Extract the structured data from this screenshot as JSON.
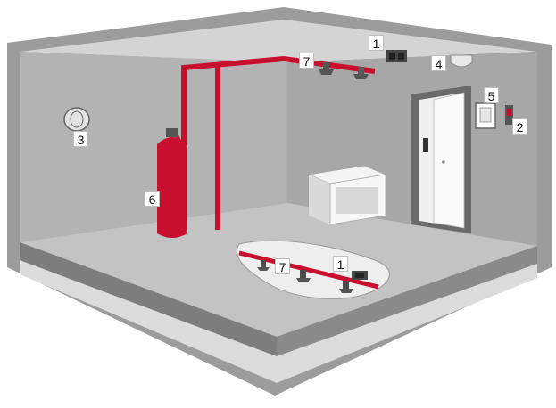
{
  "callouts": {
    "ceiling_nozzle_detector": "1",
    "ceiling_pipe": "7",
    "ceiling_sensor": "4",
    "wall_panel": "5",
    "wall_button": "2",
    "wall_alarm": "3",
    "cylinder": "6",
    "floor_pipe": "7",
    "floor_nozzle_detector": "1"
  },
  "colors": {
    "pipe_red": "#c8102e",
    "room_gray": "#b1b1b1",
    "outline_gray": "#9a9a9a"
  }
}
